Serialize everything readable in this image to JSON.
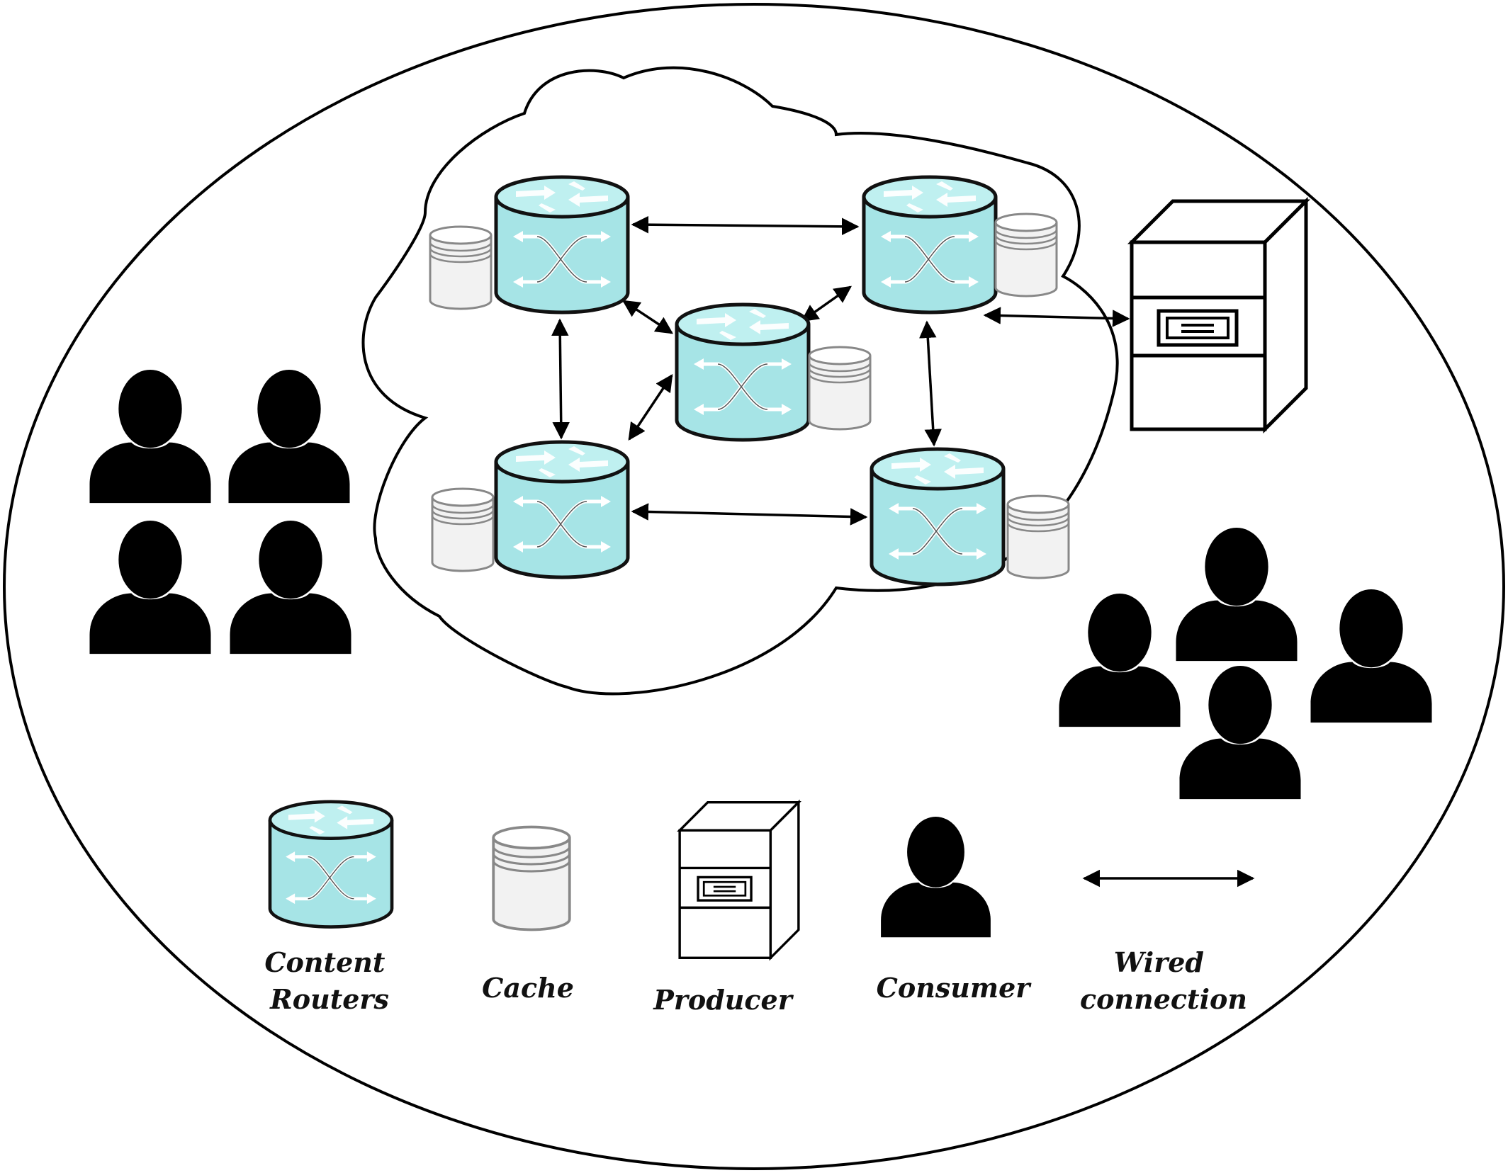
{
  "legend": {
    "router_label": [
      "Content",
      "Routers"
    ],
    "cache_label": [
      "Cache"
    ],
    "producer_label": [
      "Producer"
    ],
    "consumer_label": [
      "Consumer"
    ],
    "wire_label": [
      "Wired",
      "connection"
    ]
  },
  "colors": {
    "router_fill": "#a6e4e6",
    "router_top": "#bff0f0",
    "router_stroke": "#111111",
    "cache_fill": "#f2f2f2",
    "cache_stroke": "#888888",
    "person": "#000000",
    "outline": "#000000"
  },
  "icons": {
    "router": "content-router-icon",
    "cache": "cache-icon",
    "producer": "producer-server-icon",
    "consumer": "consumer-person-icon",
    "wire": "double-arrow-icon"
  }
}
